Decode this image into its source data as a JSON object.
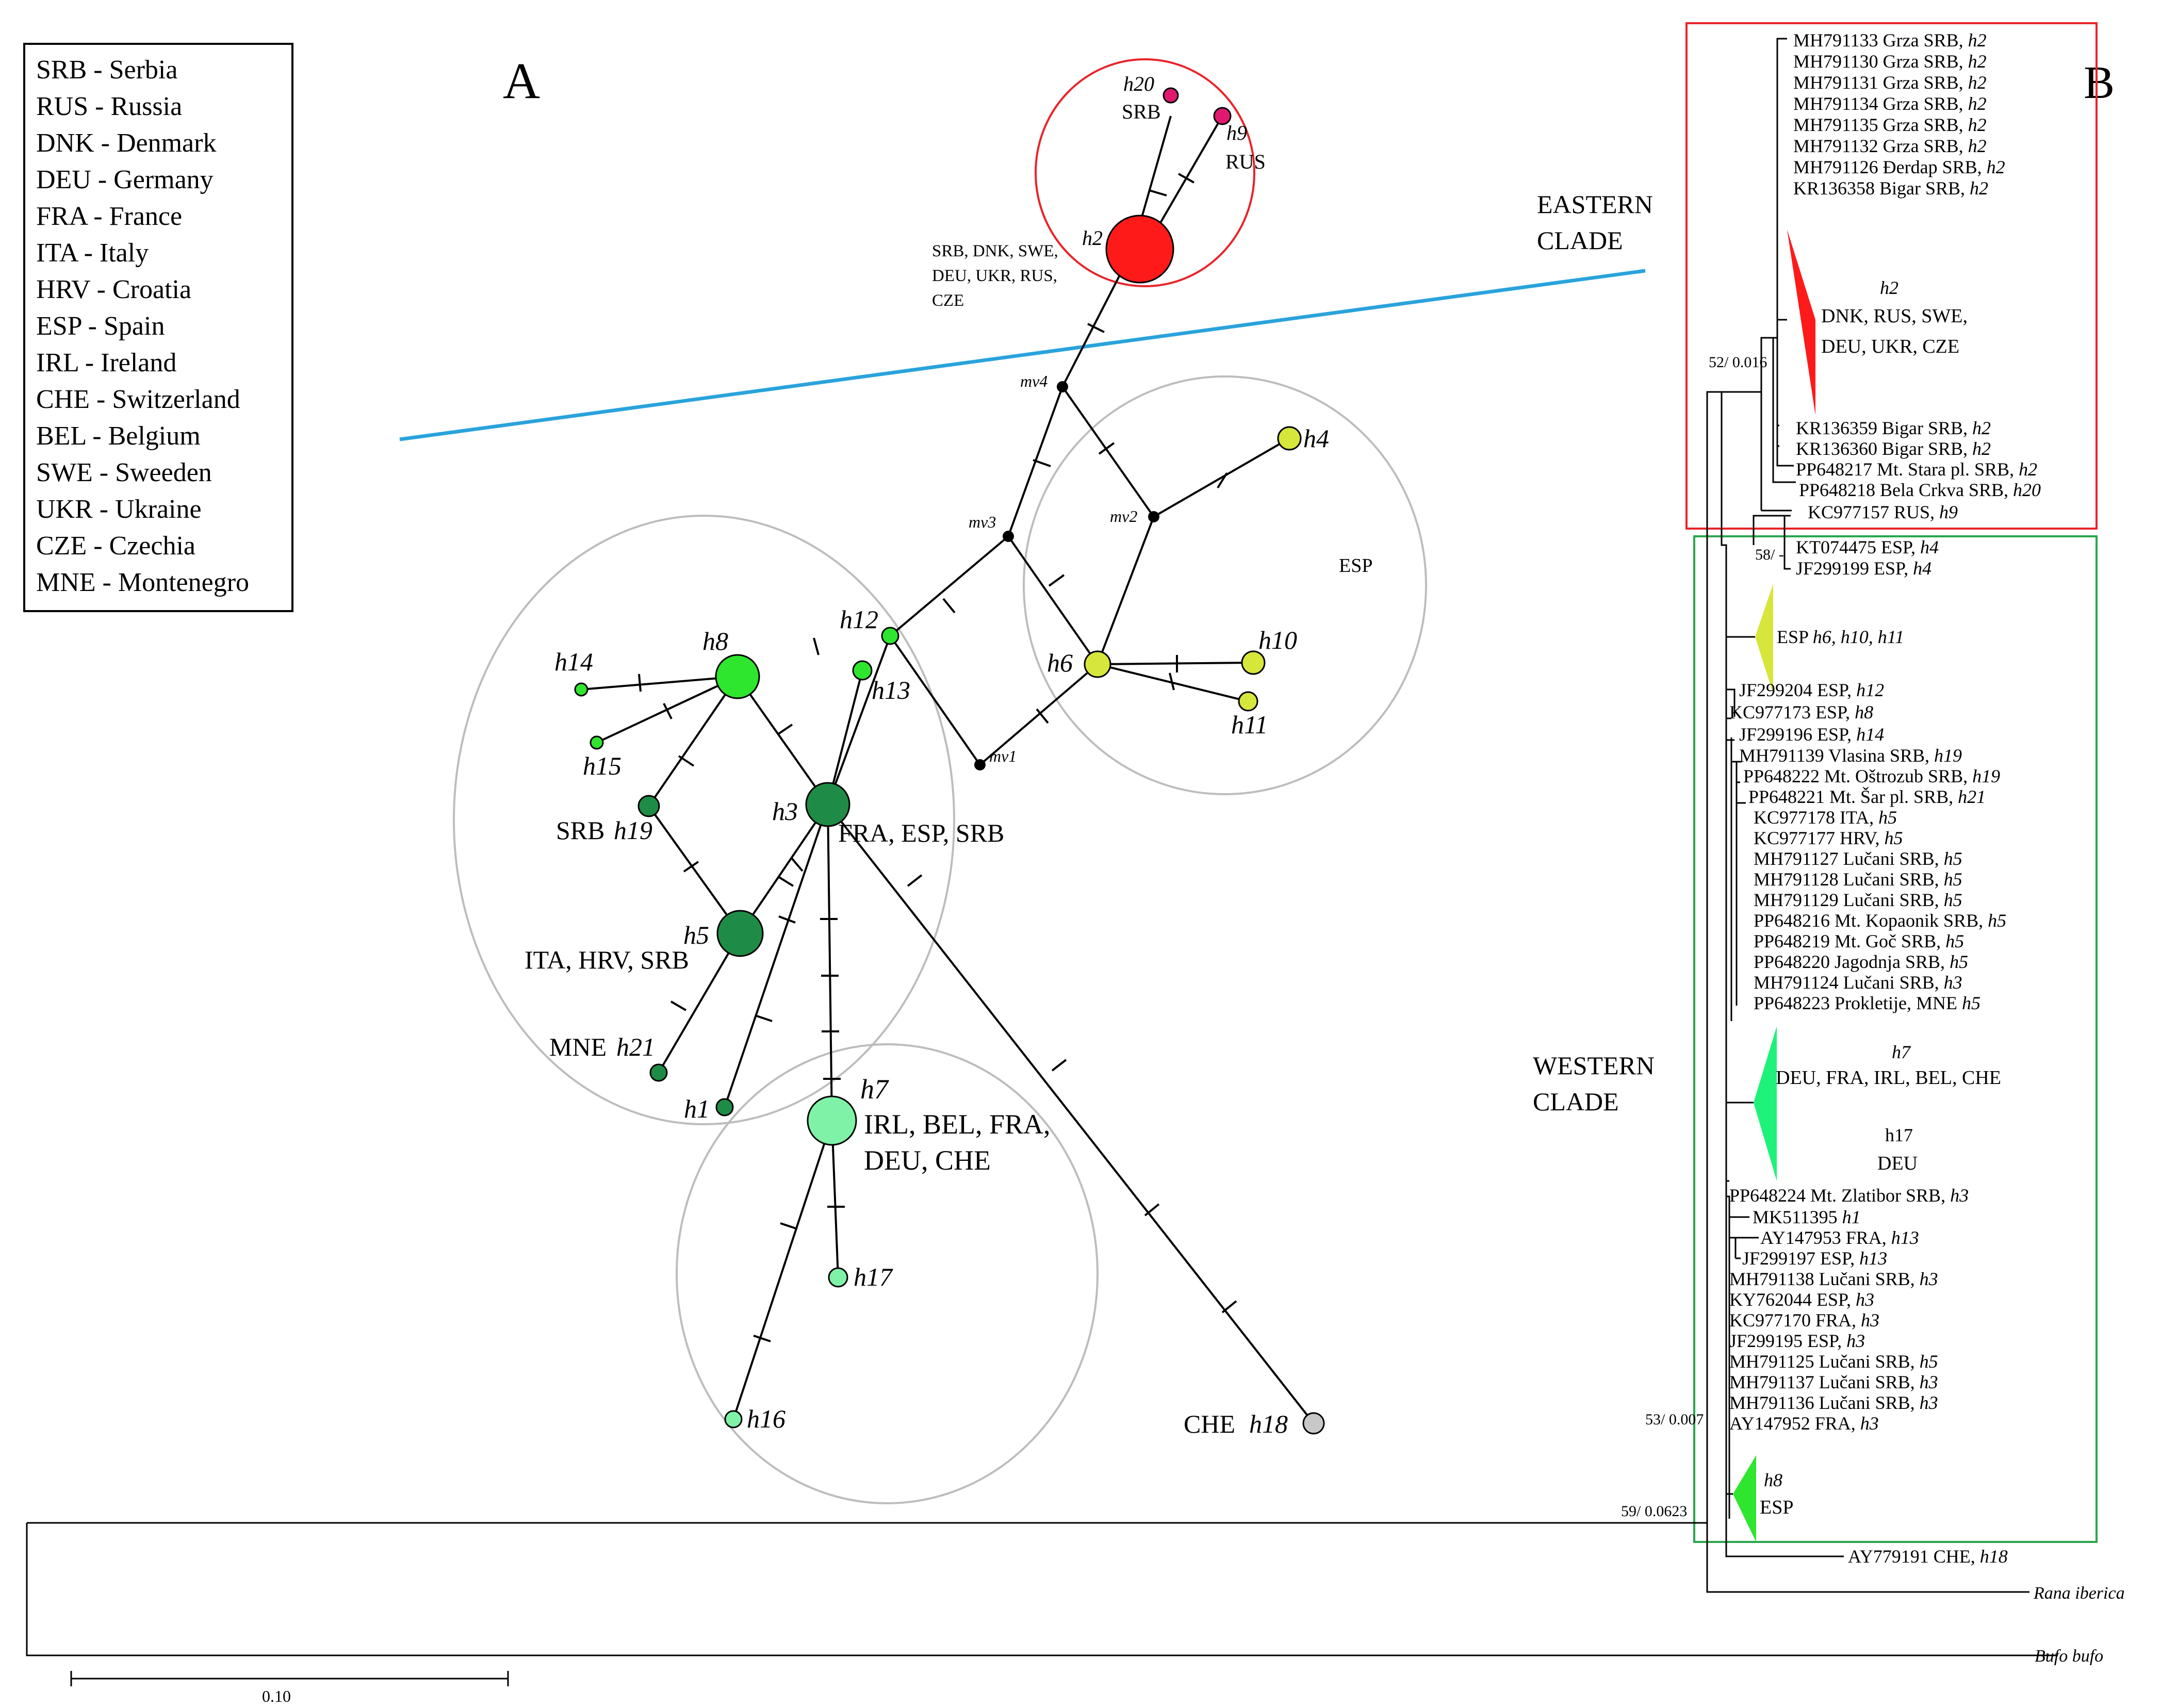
{
  "panels": {
    "a": "A",
    "b": "B"
  },
  "legend": [
    "SRB - Serbia",
    "RUS - Russia",
    "DNK - Denmark",
    "DEU - Germany",
    "FRA - France",
    "ITA - Italy",
    "HRV - Croatia",
    "ESP - Spain",
    "IRL - Ireland",
    "CHE - Switzerland",
    "BEL - Belgium",
    "SWE - Sweeden",
    "UKR - Ukraine",
    "CZE - Czechia",
    "MNE - Montenegro"
  ],
  "clades": {
    "eastern": [
      "EASTERN",
      "CLADE"
    ],
    "western": [
      "WESTERN",
      "CLADE"
    ]
  },
  "colors": {
    "eastern_box": "#e8242a",
    "western_box": "#2aa64e",
    "divider": "#29a3dc",
    "h2": "#ff1a1a",
    "h9h20": "#e0196f",
    "esp_yellow": "#d7e63a",
    "bright_green": "#2ee62e",
    "dark_green": "#1e8c46",
    "light_green": "#7ff2a8",
    "mint": "#1ff27a",
    "grey": "#c8c8c8"
  },
  "network": {
    "medians": [
      "mv1",
      "mv2",
      "mv3",
      "mv4"
    ],
    "labels": {
      "h20": {
        "hap": "h20",
        "country": "SRB"
      },
      "h9": {
        "hap": "h9",
        "country": "RUS"
      },
      "h2": {
        "hap": "h2",
        "countries": [
          "SRB, DNK, SWE,",
          "DEU, UKR, RUS,",
          "CZE"
        ]
      },
      "h4": {
        "hap": "h4"
      },
      "esp_group": "ESP",
      "h6": {
        "hap": "h6"
      },
      "h10": {
        "hap": "h10"
      },
      "h11": {
        "hap": "h11"
      },
      "h12": {
        "hap": "h12"
      },
      "h13": {
        "hap": "h13"
      },
      "h8": {
        "hap": "h8"
      },
      "h14": {
        "hap": "h14"
      },
      "h15": {
        "hap": "h15"
      },
      "h19": {
        "country": "SRB",
        "hap": "h19"
      },
      "h3": {
        "hap": "h3",
        "countries": "FRA, ESP, SRB"
      },
      "h5": {
        "hap": "h5",
        "countries": "ITA, HRV, SRB"
      },
      "h21": {
        "country": "MNE",
        "hap": "h21"
      },
      "h1": {
        "hap": "h1"
      },
      "h7": {
        "hap": "h7",
        "countries": [
          "IRL, BEL, FRA,",
          "DEU, CHE"
        ]
      },
      "h17": {
        "hap": "h17"
      },
      "h16": {
        "hap": "h16"
      },
      "h18": {
        "country": "CHE",
        "hap": "h18"
      }
    }
  },
  "tree": {
    "scale_label": "0.10",
    "eastern_tips_top": [
      {
        "acc": "MH791133 Grza SRB, ",
        "hap": "h2"
      },
      {
        "acc": "MH791130 Grza SRB, ",
        "hap": "h2"
      },
      {
        "acc": "MH791131 Grza SRB, ",
        "hap": "h2"
      },
      {
        "acc": "MH791134 Grza SRB, ",
        "hap": "h2"
      },
      {
        "acc": "MH791135 Grza SRB, ",
        "hap": "h2"
      },
      {
        "acc": "MH791132 Grza SRB, ",
        "hap": "h2"
      },
      {
        "acc": "MH791126 Đerdap SRB, ",
        "hap": "h2"
      },
      {
        "acc": "KR136358 Bigar SRB, ",
        "hap": "h2"
      }
    ],
    "h2_collapsed": {
      "hap": "h2",
      "lines": [
        "DNK, RUS, SWE,",
        "DEU, UKR, CZE"
      ]
    },
    "eastern_support": "52/ 0.016",
    "eastern_tips_bottom": [
      {
        "acc": "KR136359 Bigar SRB, ",
        "hap": "h2"
      },
      {
        "acc": "KR136360 Bigar SRB, ",
        "hap": "h2"
      },
      {
        "acc": "PP648217 Mt. Stara pl. SRB, ",
        "hap": "h2"
      },
      {
        "acc": "PP648218 Bela Crkva SRB, ",
        "hap": "h20"
      },
      {
        "acc": "KC977157 RUS, ",
        "hap": "h9"
      }
    ],
    "esp_support": "58/ -",
    "esp_tips": [
      {
        "acc": "KT074475 ESP, ",
        "hap": "h4"
      },
      {
        "acc": "JF299199 ESP, ",
        "hap": "h4"
      }
    ],
    "esp_collapsed": {
      "pre": "ESP  ",
      "haps": "h6, h10, h11"
    },
    "mid_tips": [
      {
        "acc": "JF299204 ESP, ",
        "hap": "h12"
      },
      {
        "acc": "KC977173 ESP, ",
        "hap": "h8"
      },
      {
        "acc": "JF299196 ESP, ",
        "hap": "h14"
      },
      {
        "acc": "MH791139 Vlasina SRB, ",
        "hap": "h19"
      },
      {
        "acc": "PP648222 Mt. Oštrozub SRB, ",
        "hap": "h19"
      },
      {
        "acc": "PP648221 Mt. Šar pl. SRB, ",
        "hap": "h21"
      },
      {
        "acc": "KC977178 ITA, ",
        "hap": "h5"
      },
      {
        "acc": "KC977177 HRV, ",
        "hap": "h5"
      },
      {
        "acc": "MH791127 Lučani SRB, ",
        "hap": "h5"
      },
      {
        "acc": "MH791128 Lučani SRB, ",
        "hap": "h5"
      },
      {
        "acc": "MH791129 Lučani SRB, ",
        "hap": "h5"
      },
      {
        "acc": "PP648216 Mt. Kopaonik SRB, ",
        "hap": "h5"
      },
      {
        "acc": "PP648219 Mt. Goč SRB, ",
        "hap": "h5"
      },
      {
        "acc": "PP648220 Jagodnja SRB, ",
        "hap": "h5"
      },
      {
        "acc": "MH791124 Lučani SRB, ",
        "hap": "h3"
      },
      {
        "acc": "PP648223 Prokletije, MNE ",
        "hap": "h5"
      }
    ],
    "h7_collapsed": {
      "hap": "h7",
      "line": "DEU, FRA, IRL, BEL, CHE"
    },
    "h17_collapsed": {
      "hap": "h17",
      "line": "DEU"
    },
    "low_tips": [
      {
        "acc": "PP648224 Mt. Zlatibor SRB, ",
        "hap": "h3"
      },
      {
        "acc": "MK511395 ",
        "hap": "h1"
      },
      {
        "acc": "AY147953 FRA, ",
        "hap": "h13"
      },
      {
        "acc": "JF299197 ESP, ",
        "hap": "h13"
      },
      {
        "acc": "MH791138 Lučani SRB, ",
        "hap": "h3"
      },
      {
        "acc": "KY762044 ESP, ",
        "hap": "h3"
      },
      {
        "acc": "KC977170 FRA, ",
        "hap": "h3"
      },
      {
        "acc": "JF299195 ESP, ",
        "hap": "h3"
      },
      {
        "acc": "MH791125 Lučani SRB, ",
        "hap": "h5"
      },
      {
        "acc": "MH791137 Lučani SRB, ",
        "hap": "h3"
      },
      {
        "acc": "MH791136 Lučani SRB, ",
        "hap": "h3"
      },
      {
        "acc": "AY147952 FRA, ",
        "hap": "h3"
      }
    ],
    "western_support": "53/ 0.007",
    "h8_collapsed": {
      "hap": "h8",
      "line": "ESP"
    },
    "root_support": "59/ 0.0623",
    "h18_tip": {
      "acc": "AY779191 CHE, ",
      "hap": "h18"
    },
    "outgroups": [
      "Rana iberica",
      "Bufo bufo"
    ]
  }
}
